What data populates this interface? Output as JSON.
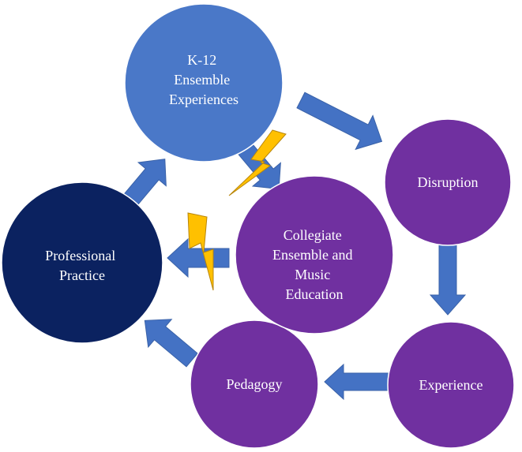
{
  "diagram": {
    "type": "cycle",
    "colors": {
      "k12": "#4a78c8",
      "process": "#7030a0",
      "professional": "#0b2260",
      "arrow": "#4472c4",
      "bolt": "#ffc000",
      "text": "#ffffff"
    },
    "nodes": {
      "k12": {
        "lines": [
          "K-12",
          "Ensemble",
          "Experiences"
        ]
      },
      "disruption": {
        "lines": [
          "Disruption"
        ]
      },
      "experience": {
        "lines": [
          "Experience"
        ]
      },
      "pedagogy": {
        "lines": [
          "Pedagogy"
        ]
      },
      "professional": {
        "lines": [
          "Professional",
          "Practice"
        ]
      },
      "collegiate": {
        "lines": [
          "Collegiate",
          "Ensemble and",
          "Music",
          "Education"
        ]
      }
    },
    "flows": [
      {
        "from": "k12",
        "to": "disruption"
      },
      {
        "from": "disruption",
        "to": "experience"
      },
      {
        "from": "experience",
        "to": "pedagogy"
      },
      {
        "from": "pedagogy",
        "to": "professional"
      },
      {
        "from": "professional",
        "to": "k12"
      },
      {
        "from": "k12",
        "to": "collegiate",
        "disrupted": true
      },
      {
        "from": "collegiate",
        "to": "professional",
        "disrupted": true
      }
    ],
    "icons": [
      "lightning-bolt-icon",
      "lightning-bolt-icon"
    ]
  }
}
